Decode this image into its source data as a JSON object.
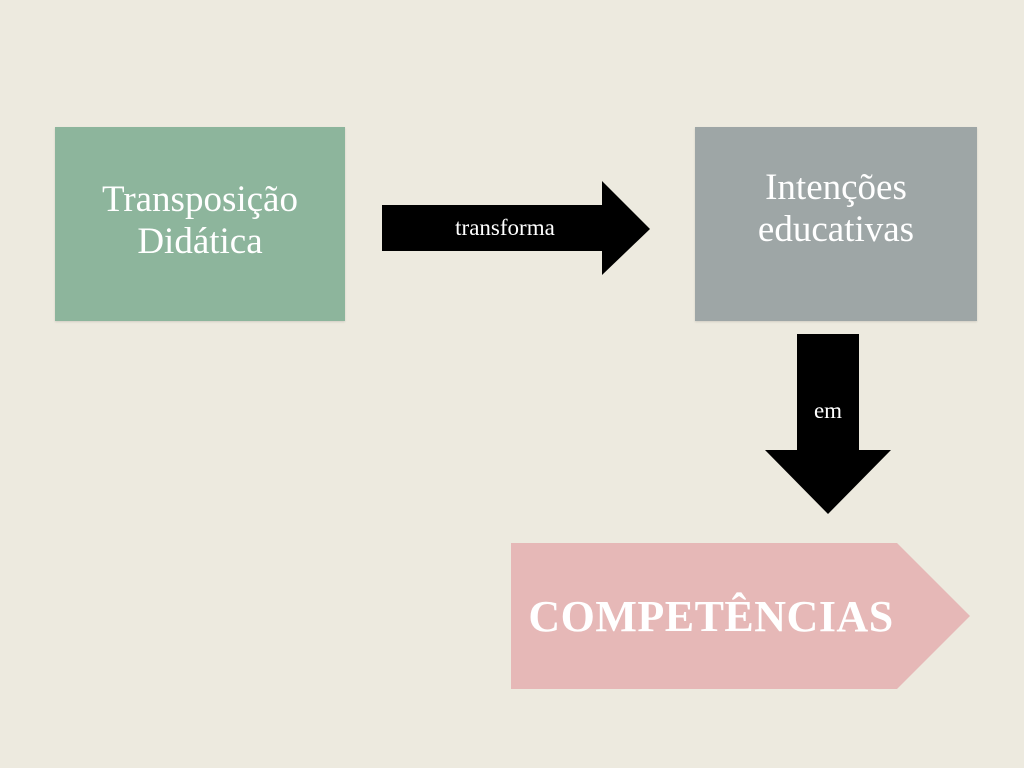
{
  "colors": {
    "background": "#EDEADF",
    "green_box": "#8DB59C",
    "gray_box": "#9EA6A6",
    "pink_chevron": "#E6B8B7",
    "arrow": "#000000",
    "text": "#FFFFFF"
  },
  "nodes": {
    "left": {
      "label": "Transposição\nDidática"
    },
    "right": {
      "label": "Intenções\neducativas"
    },
    "target": {
      "label": "COMPETÊNCIAS"
    }
  },
  "arrows": {
    "horizontal": {
      "label": "transforma"
    },
    "vertical": {
      "label": "em"
    }
  }
}
